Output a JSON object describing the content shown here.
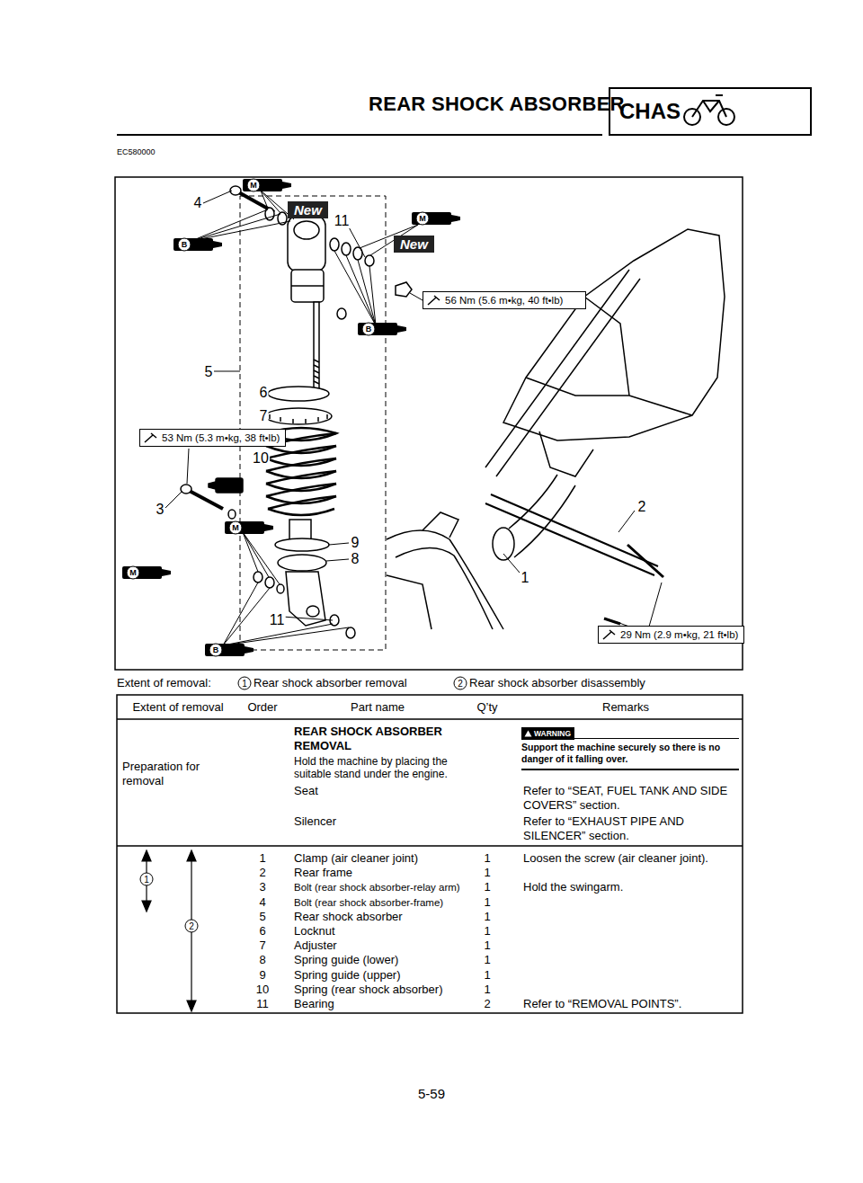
{
  "diagram": {
    "title": "REAR SHOCK ABSORBER",
    "nodes": [
      {
        "text": [
          "CHAS"
        ]
      },
      {
        "text": [
          "New"
        ]
      },
      {
        "text": [
          "New"
        ]
      },
      {
        "text": [
          "56 Nm (5.6 m•kg, 40 ft•lb)"
        ]
      },
      {
        "text": [
          "53 Nm (5.3 m•kg, 38 ft•lb)"
        ]
      },
      {
        "text": [
          "29 Nm (2.9 m•kg, 21 ft•lb)"
        ]
      },
      {
        "text": [
          "WARNING",
          "Support the machine securely so there is no danger of it falling over."
        ]
      }
    ],
    "labels": [
      "EC580000",
      "4",
      "11",
      "5",
      "6",
      "7",
      "10",
      "3",
      "9",
      "8",
      "11",
      "2",
      "1",
      "M",
      "M",
      "M",
      "M",
      "B",
      "B",
      "B",
      "Extent of removal:",
      "1",
      "Rear shock absorber removal",
      "2",
      "Rear shock absorber disassembly",
      "Extent of removal",
      "Order",
      "Part name",
      "Q’ty",
      "Remarks",
      "Preparation for removal",
      "REAR SHOCK ABSORBER REMOVAL",
      "Hold the machine by placing the suitable stand under the engine.",
      "Seat",
      "Refer to “SEAT, FUEL TANK AND SIDE COVERS” section.",
      "Silencer",
      "Refer to “EXHAUST PIPE AND SILENCER” section.",
      "1",
      "Clamp (air cleaner joint)",
      "1",
      "Loosen the screw (air cleaner joint).",
      "2",
      "Rear frame",
      "1",
      "3",
      "Bolt (rear shock absorber-relay arm)",
      "1",
      "Hold the swingarm.",
      "4",
      "Bolt (rear shock absorber-frame)",
      "1",
      "5",
      "Rear shock absorber",
      "1",
      "6",
      "Locknut",
      "1",
      "7",
      "Adjuster",
      "1",
      "8",
      "Spring guide (lower)",
      "1",
      "9",
      "Spring guide (upper)",
      "1",
      "10",
      "Spring (rear shock absorber)",
      "1",
      "11",
      "Bearing",
      "2",
      "Refer to “REMOVAL POINTS”.",
      "1",
      "2",
      "5-59"
    ]
  }
}
